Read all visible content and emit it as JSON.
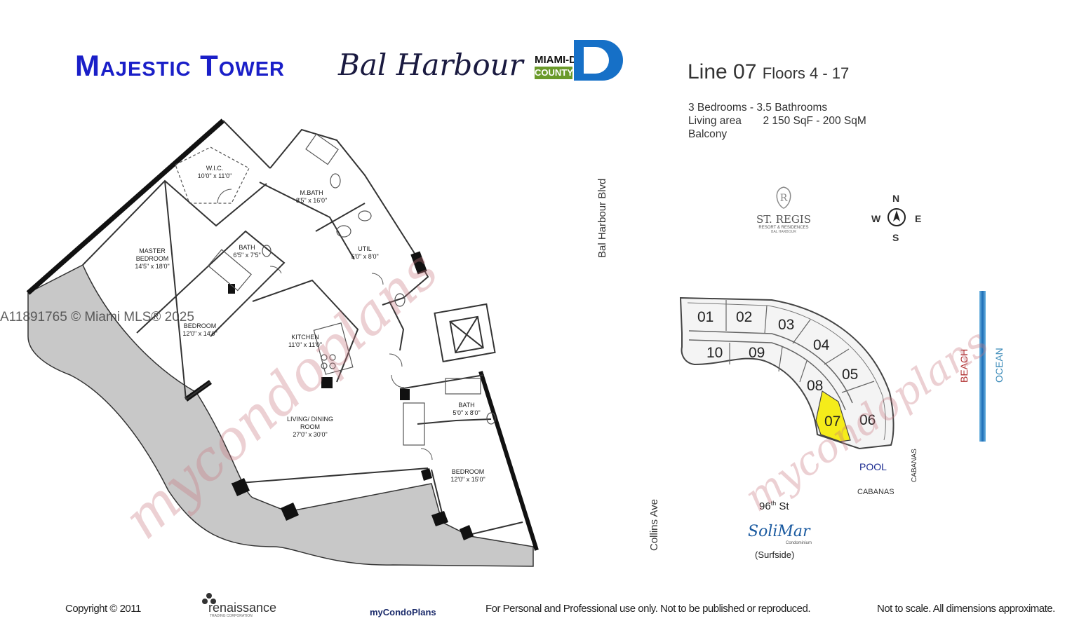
{
  "header": {
    "tower_name": "Majestic Tower",
    "location_script": "Bal Harbour",
    "county_logo_top": "MIAMI-DADE",
    "county_logo_bottom": "COUNTY"
  },
  "unit": {
    "line_title": "Line 07",
    "floors": "Floors 4 - 17",
    "bedrooms_baths": "3 Bedrooms - 3.5 Bathrooms",
    "living_area_label": "Living area",
    "living_area_value": "2 150 SqF - 200 SqM",
    "balcony": "Balcony"
  },
  "rooms": {
    "wic": [
      "W.I.C.",
      "10'0\" x 11'0\""
    ],
    "mbath": [
      "M.BATH",
      "8'5\" x 16'0\""
    ],
    "master": [
      "MASTER",
      "BEDROOM",
      "14'5\" x 18'0\""
    ],
    "bath1": [
      "BATH",
      "6'5\" x 7'5\""
    ],
    "util": [
      "UTIL",
      "5'0\" x 8'0\""
    ],
    "bedroom2": [
      "BEDROOM",
      "12'0\" x 14'0\""
    ],
    "kitchen": [
      "KITCHEN",
      "11'0\" x 11'0\""
    ],
    "living": [
      "LIVING/ DINING",
      "ROOM",
      "27'0\" x 30'0\""
    ],
    "bath2": [
      "BATH",
      "5'0\" x 8'0\""
    ],
    "bedroom3": [
      "BEDROOM",
      "12'0\" x 15'0\""
    ]
  },
  "site": {
    "bal_harbour_blvd": "Bal Harbour Blvd",
    "collins_ave": "Collins Ave",
    "st_regis_name": "ST. REGIS",
    "st_regis_sub": "RESORT & RESIDENCES",
    "st_regis_sub2": "BAL HARBOUR",
    "compass": {
      "n": "N",
      "s": "S",
      "e": "E",
      "w": "W"
    },
    "units": [
      "01",
      "02",
      "03",
      "04",
      "05",
      "06",
      "07",
      "08",
      "09",
      "10"
    ],
    "highlighted_unit": "07",
    "highlight_color": "#f5ec1a",
    "pool": "POOL",
    "cabanas_bottom": "CABANAS",
    "cabanas_side": "CABANAS",
    "beach": "BEACH",
    "ocean": "OCEAN",
    "street_96": "96",
    "street_96_sup": "th",
    "street_96_suffix": " St",
    "solimar": "SoliMar",
    "solimar_sub": "Condominium",
    "surfside": "(Surfside)"
  },
  "watermarks": {
    "mls": "A11891765 © Miami MLS® 2025",
    "brand": "mycondoplans"
  },
  "footer": {
    "copyright": "Copyright © 2011",
    "renaissance": "renaissance",
    "renaissance_sub": "TRADING CORPORATION",
    "mycondoplans": "myCondoPlans",
    "personal_use": "For Personal and Professional use only.  Not to be published or reproduced.",
    "not_to_scale": "Not to scale.  All dimensions approximate."
  }
}
